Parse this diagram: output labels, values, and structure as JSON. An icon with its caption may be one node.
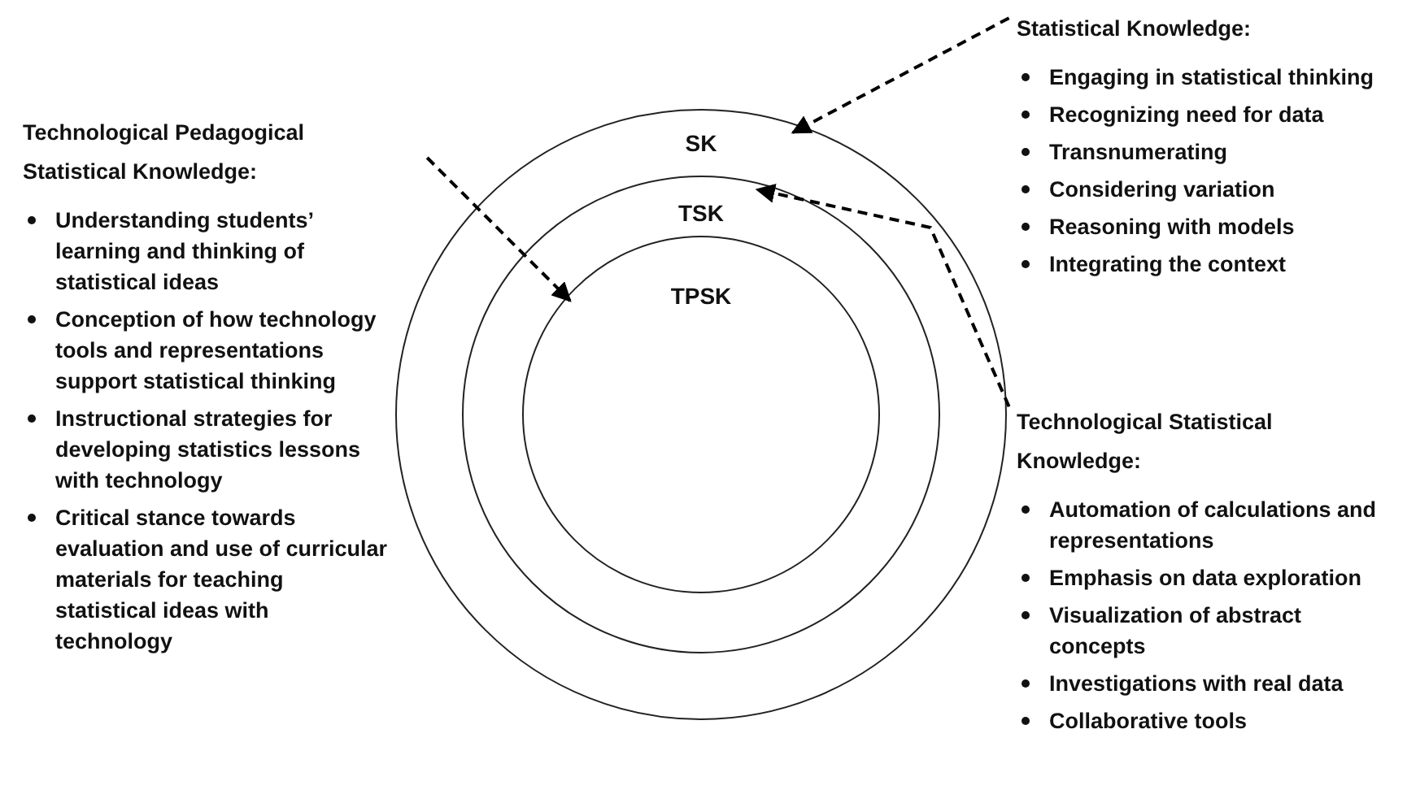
{
  "diagram": {
    "nodes": [
      {
        "text": [
          "SK"
        ]
      },
      {
        "text": [
          "TSK"
        ],
        "in": 0
      },
      {
        "text": [
          "TPSK"
        ],
        "in": 1
      },
      {
        "text": [
          "Statistical Knowledge:",
          "Engaging in statistical thinking",
          "Recognizing need for data",
          "Transnumerating",
          "Considering variation",
          "Reasoning with models",
          "Integrating the context"
        ]
      },
      {
        "text": [
          "Technological Pedagogical Statistical Knowledge:",
          "Understanding students’ learning and thinking of statistical ideas",
          "Conception of how technology tools and representations support statistical thinking",
          "Instructional strategies for developing statistics lessons with technology",
          "Critical stance towards evaluation and use of curricular materials for teaching statistical ideas with technology"
        ]
      },
      {
        "text": [
          "Technological Statistical Knowledge:",
          "Automation of calculations and representations",
          "Emphasis on data exploration",
          "Visualization of abstract concepts",
          "Investigations with real data",
          "Collaborative tools"
        ]
      }
    ],
    "edges": [
      {
        "from": 3,
        "to": 0,
        "arrow": "to",
        "style": "dashed"
      },
      {
        "from": 4,
        "to": 2,
        "arrow": "to",
        "style": "dashed"
      },
      {
        "from": 5,
        "to": 1,
        "arrow": "to",
        "style": "dashed"
      }
    ]
  }
}
